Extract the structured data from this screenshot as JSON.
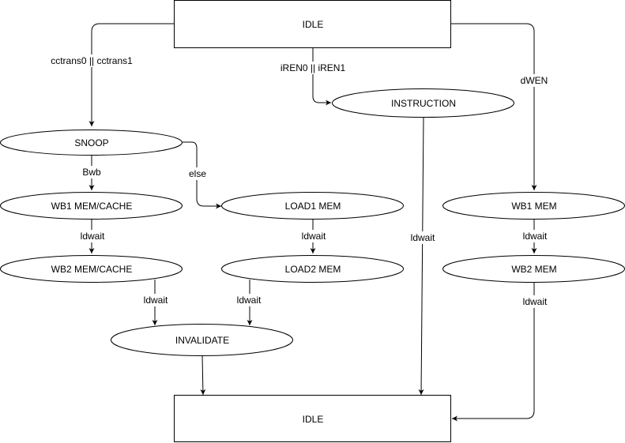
{
  "diagram": {
    "nodes": {
      "idle_top": "IDLE",
      "snoop": "SNOOP",
      "instruction": "INSTRUCTION",
      "wb1_cache": "WB1 MEM/CACHE",
      "load1": "LOAD1 MEM",
      "wb1_mem": "WB1 MEM",
      "wb2_cache": "WB2 MEM/CACHE",
      "load2": "LOAD2 MEM",
      "wb2_mem": "WB2 MEM",
      "invalidate": "INVALIDATE",
      "idle_bottom": "IDLE"
    },
    "edge_labels": {
      "cctrans": "cctrans0 || cctrans1",
      "iren": "iREN0 || iREN1",
      "dwen": "dWEN",
      "bwb": "Bwb",
      "else": "else",
      "ldwait_wb1_cache": "ldwait",
      "ldwait_load1": "ldwait",
      "ldwait_wb1_mem": "ldwait",
      "ldwait_instruction": "ldwait",
      "ldwait_wb2_cache": "ldwait",
      "ldwait_load2": "ldwait",
      "ldwait_wb2_mem": "ldwait"
    }
  }
}
